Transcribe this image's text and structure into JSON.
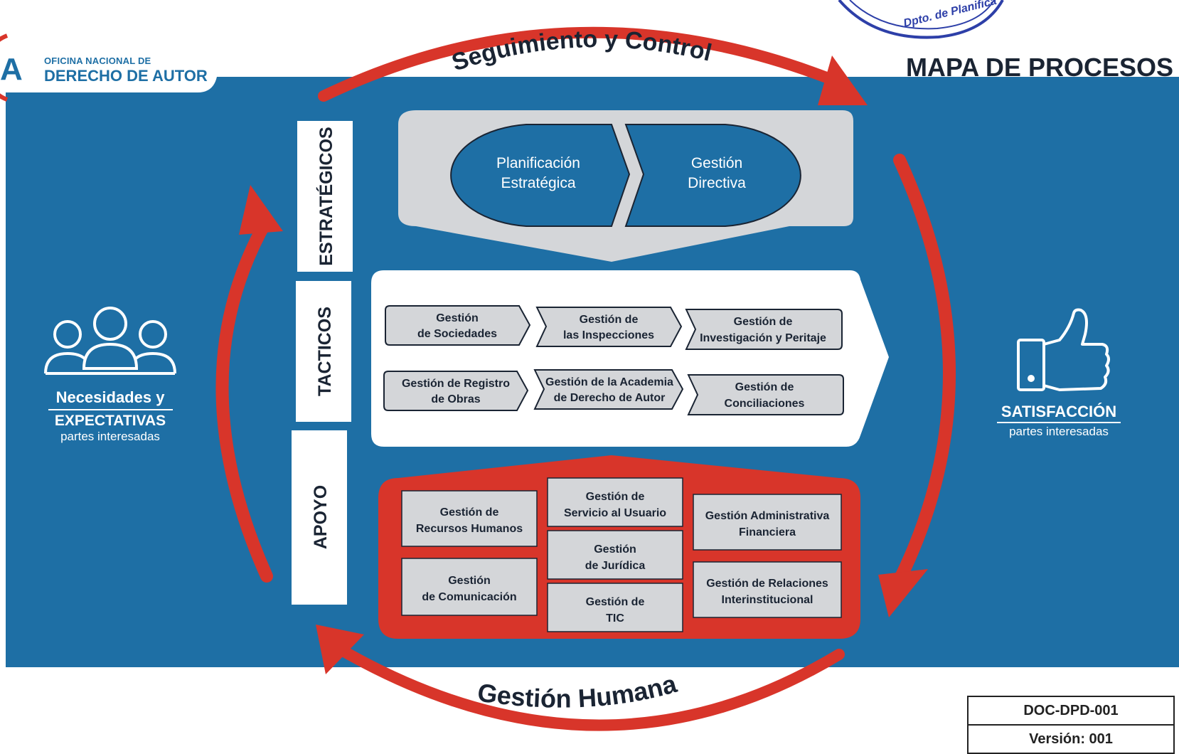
{
  "header": {
    "org_line1": "Oficina Nacional de",
    "org_line2": "Derecho de Autor",
    "title": "MAPA DE PROCESOS",
    "stamp": "Dpto. de Planifica"
  },
  "arcs": {
    "top": "Seguimiento y Control",
    "bottom": "Gestión Humana"
  },
  "left_panel": {
    "title_line1": "Necesidades y",
    "title_line2": "EXPECTATIVAS",
    "subtitle": "partes interesadas"
  },
  "right_panel": {
    "title": "SATISFACCIÓN",
    "subtitle": "partes interesadas"
  },
  "sections": {
    "estrategicos": "ESTRATÉGICOS",
    "tacticos": "TACTICOS",
    "apoyo": "APOYO"
  },
  "estrategicos": [
    {
      "line1": "Planificación",
      "line2": "Estratégica"
    },
    {
      "line1": "Gestión",
      "line2": "Directiva"
    }
  ],
  "tacticos": [
    {
      "line1": "Gestión",
      "line2": "de Sociedades"
    },
    {
      "line1": "Gestión de",
      "line2": "las Inspecciones"
    },
    {
      "line1": "Gestión de",
      "line2": "Investigación y Peritaje"
    },
    {
      "line1": "Gestión de Registro",
      "line2": "de Obras"
    },
    {
      "line1": "Gestión de  la Academia",
      "line2": "de Derecho de Autor"
    },
    {
      "line1": "Gestión de",
      "line2": "Conciliaciones"
    }
  ],
  "apoyo": [
    {
      "line1": "Gestión de",
      "line2": "Recursos Humanos"
    },
    {
      "line1": "Gestión",
      "line2": "de Comunicación"
    },
    {
      "line1": "Gestión de",
      "line2": "Servicio al Usuario"
    },
    {
      "line1": "Gestión",
      "line2": "de Jurídica"
    },
    {
      "line1": "Gestión de",
      "line2": "TIC"
    },
    {
      "line1": "Gestión Administrativa",
      "line2": "Financiera"
    },
    {
      "line1": "Gestión de Relaciones",
      "line2": "Interinstitucional"
    }
  ],
  "document": {
    "code": "DOC-DPD-001",
    "version": "Versión: 001"
  },
  "colors": {
    "blue": "#1e6fa5",
    "red": "#d8352a",
    "gray": "#d4d6d9",
    "dark": "#1a2433"
  }
}
